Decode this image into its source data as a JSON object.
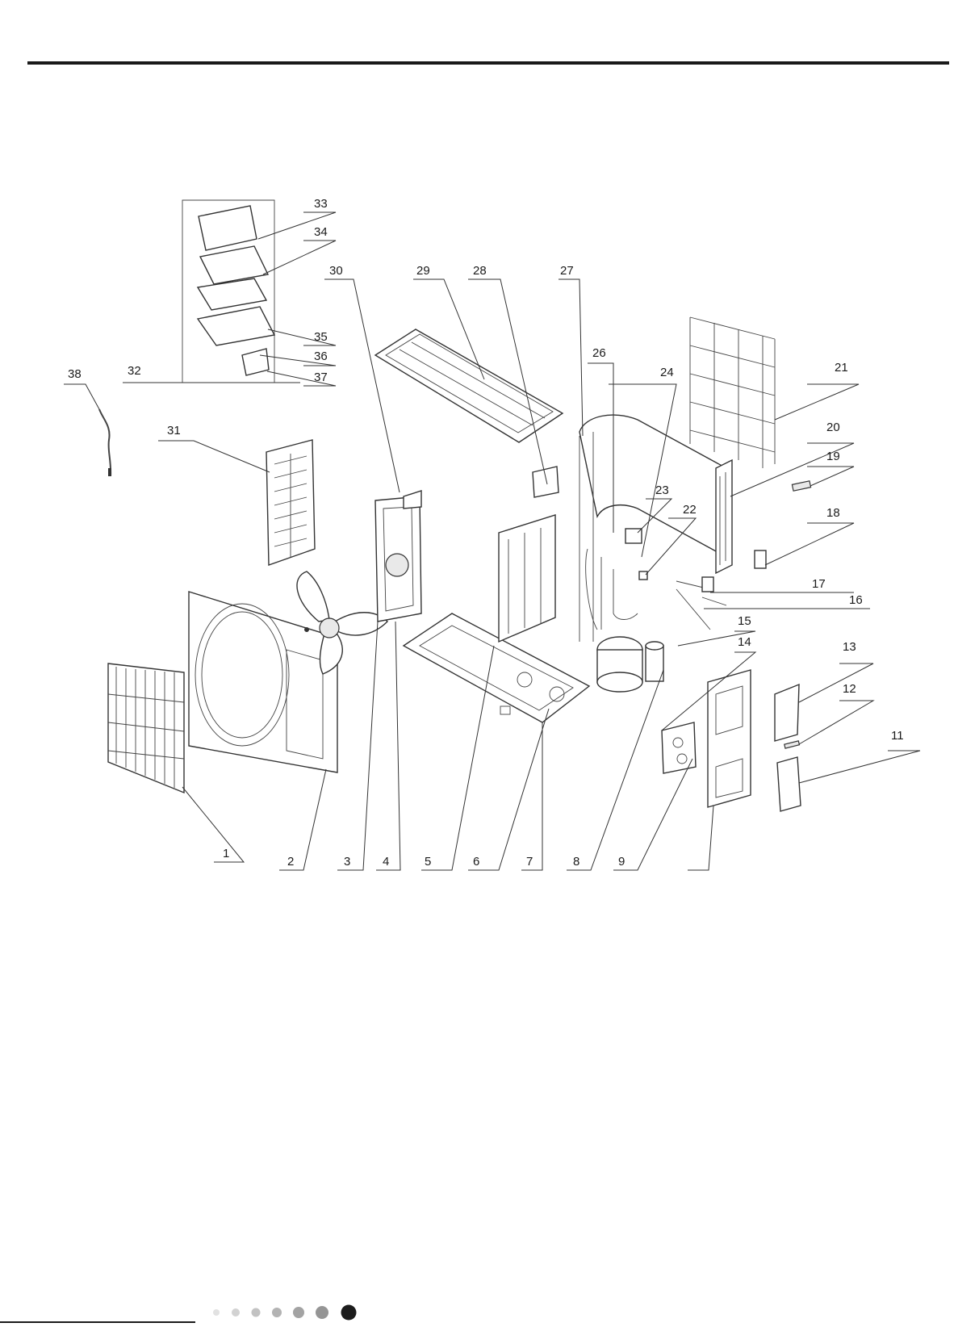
{
  "labels": [
    "1",
    "2",
    "3",
    "4",
    "5",
    "6",
    "7",
    "8",
    "9",
    "11",
    "12",
    "13",
    "14",
    "15",
    "16",
    "17",
    "18",
    "19",
    "20",
    "21",
    "22",
    "23",
    "24",
    "26",
    "27",
    "28",
    "29",
    "30",
    "31",
    "32",
    "33",
    "34",
    "35",
    "36",
    "37",
    "38"
  ],
  "page_indicator": {
    "dot_count": 7,
    "active_index": 6,
    "dot_colors": [
      "#e2e2e2",
      "#d2d2d2",
      "#c2c2c2",
      "#b3b3b3",
      "#a3a3a3",
      "#959595",
      "#1c1c1c"
    ]
  }
}
